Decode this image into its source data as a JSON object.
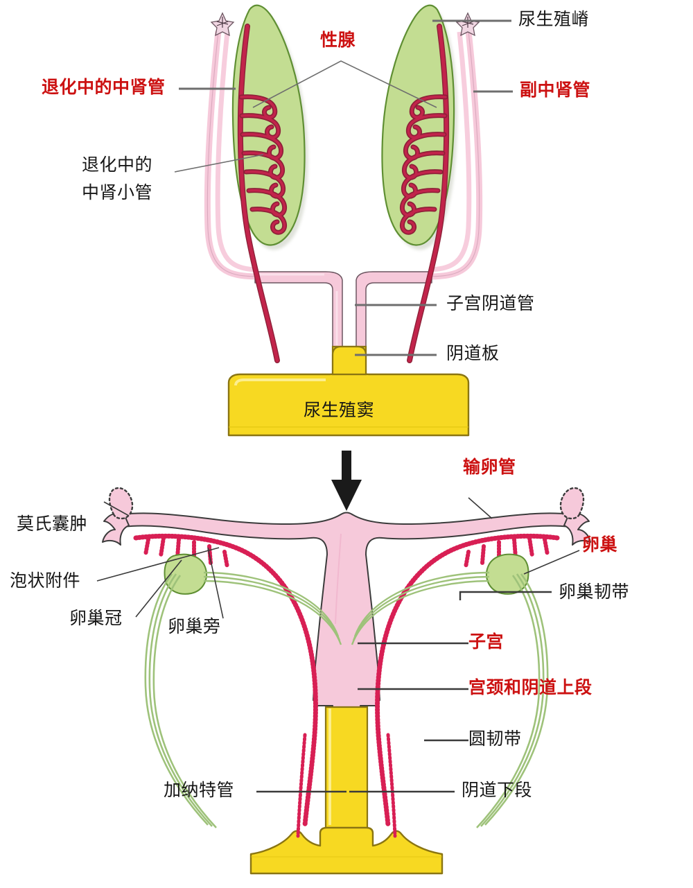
{
  "diagram": {
    "title_present": false,
    "type": "medical-embryology-diagram",
    "transition_arrow": "downward-arrow",
    "palette": {
      "gonad_green": "#c3dd92",
      "gonad_green_edge": "#6a9a3a",
      "duct_pink": "#f6c9da",
      "duct_pink_edge": "#6b5560",
      "mesonephric_crimson": "#c2244b",
      "mesonephric_crimson_dark": "#8d2038",
      "sinus_yellow": "#f7d922",
      "sinus_yellow_edge": "#8a7512",
      "round_ligament_green": "#9ec27a",
      "gartner_crimson": "#d81f54",
      "label_red": "#cc1111",
      "label_black": "#161616",
      "leader_gray": "#6e6e6e"
    }
  },
  "upper_panel": {
    "caption": "尿生殖窦",
    "labels": [
      {
        "id": "urogenital-ridge",
        "text": "尿生殖嵴",
        "color": "black"
      },
      {
        "id": "gonad",
        "text": "性腺",
        "color": "red"
      },
      {
        "id": "degenerating-mesonephric-duct",
        "text": "退化中的中肾管",
        "color": "red"
      },
      {
        "id": "paramesonephric-duct",
        "text": "副中肾管",
        "color": "red"
      },
      {
        "id": "degenerating-mesonephric-tubules-line1",
        "text": "退化中的",
        "color": "black"
      },
      {
        "id": "degenerating-mesonephric-tubules-line2",
        "text": "中肾小管",
        "color": "black"
      },
      {
        "id": "uterovaginal-canal",
        "text": "子宫阴道管",
        "color": "black"
      },
      {
        "id": "vaginal-plate",
        "text": "阴道板",
        "color": "black"
      },
      {
        "id": "urogenital-sinus",
        "text": "尿生殖窦",
        "color": "black"
      }
    ]
  },
  "lower_panel": {
    "labels": [
      {
        "id": "hydatid-of-morgagni",
        "text": "莫氏囊肿",
        "color": "black"
      },
      {
        "id": "vesicular-appendage",
        "text": "泡状附件",
        "color": "black"
      },
      {
        "id": "epoophoron",
        "text": "卵巢冠",
        "color": "black"
      },
      {
        "id": "paroophoron",
        "text": "卵巢旁",
        "color": "black"
      },
      {
        "id": "uterine-tube",
        "text": "输卵管",
        "color": "red"
      },
      {
        "id": "ovary",
        "text": "卵巢",
        "color": "red"
      },
      {
        "id": "ovarian-ligament",
        "text": "卵巢韧带",
        "color": "black"
      },
      {
        "id": "uterus",
        "text": "子宫",
        "color": "red"
      },
      {
        "id": "cervix-and-upper-vagina",
        "text": "宫颈和阴道上段",
        "color": "red"
      },
      {
        "id": "round-ligament",
        "text": "圆韧带",
        "color": "black"
      },
      {
        "id": "gartner-duct",
        "text": "加纳特管",
        "color": "black"
      },
      {
        "id": "lower-vagina",
        "text": "阴道下段",
        "color": "black"
      }
    ]
  }
}
